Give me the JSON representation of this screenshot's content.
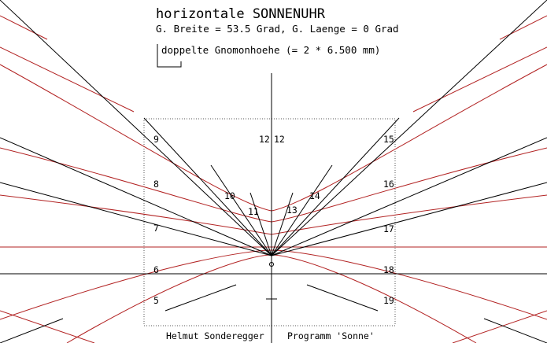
{
  "header": {
    "title": "horizontale SONNENUHR",
    "location": "G. Breite = 53.5 Grad, G. Laenge =  0 Grad",
    "gnomon": "doppelte Gnomonhoehe (= 2 *  6.500 mm)"
  },
  "hour_labels": {
    "h5": "5",
    "h6": "6",
    "h7": "7",
    "h8": "8",
    "h9": "9",
    "h10": "10",
    "h11": "11",
    "h12a": "12",
    "h12b": "12",
    "h13": "13",
    "h14": "14",
    "h15": "15",
    "h16": "16",
    "h17": "17",
    "h18": "18",
    "h19": "19"
  },
  "footer": {
    "author": "Helmut Sonderegger",
    "program": "Programm 'Sonne'"
  },
  "colors": {
    "hour_lines": "#000000",
    "date_curves": "#b22222",
    "frame": "#555555",
    "background": "#ffffff"
  }
}
